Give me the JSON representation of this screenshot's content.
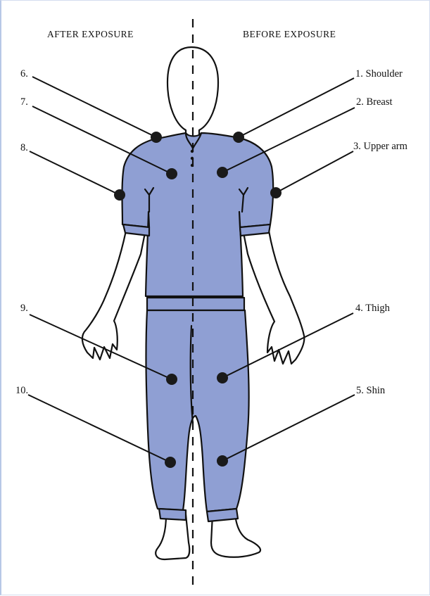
{
  "headers": {
    "left": "AFTER EXPOSURE",
    "right": "BEFORE EXPOSURE"
  },
  "labels_right": [
    {
      "num": "1.",
      "text": "Shoulder"
    },
    {
      "num": "2.",
      "text": "Breast"
    },
    {
      "num": "3.",
      "text": "Upper arm"
    },
    {
      "num": "4.",
      "text": "Thigh"
    },
    {
      "num": "5.",
      "text": "Shin"
    }
  ],
  "labels_left": [
    {
      "num": "6."
    },
    {
      "num": "7."
    },
    {
      "num": "8."
    },
    {
      "num": "9."
    },
    {
      "num": "10."
    }
  ],
  "colors": {
    "suit": "#8f9fd3",
    "outline": "#111111",
    "marker": "#1a1a1a"
  }
}
